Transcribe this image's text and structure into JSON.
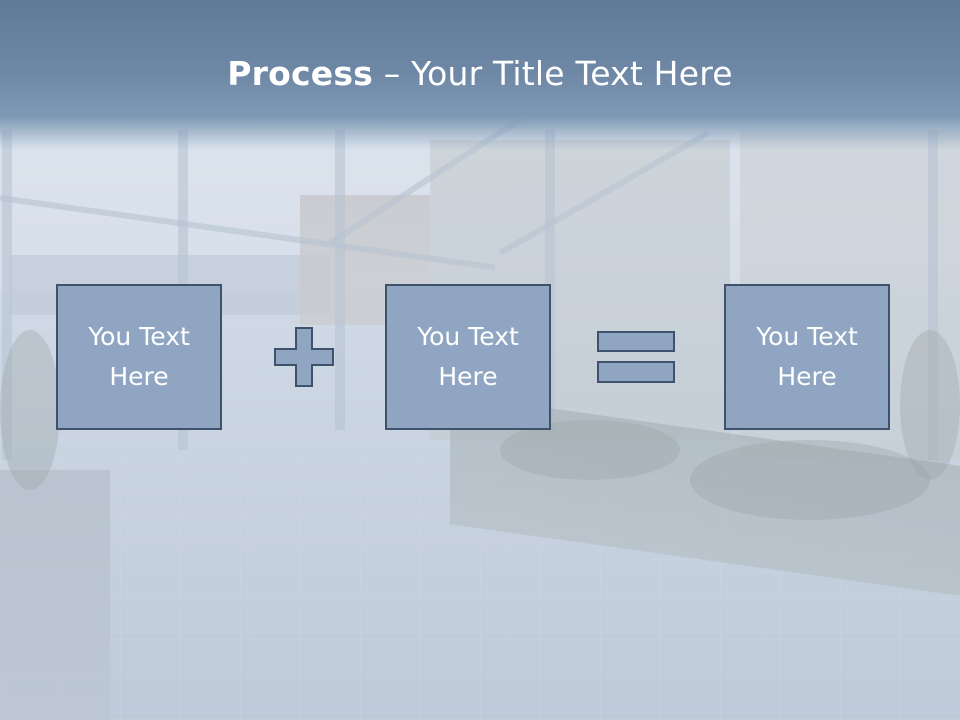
{
  "title": {
    "bold": "Process",
    "rest": " – Your Title Text Here"
  },
  "boxes": [
    {
      "label": "You Text Here"
    },
    {
      "label": "You Text Here"
    },
    {
      "label": "You Text Here"
    }
  ],
  "operators": [
    "plus-icon",
    "equals-icon"
  ],
  "colors": {
    "title_band": "#6a84a2",
    "box_fill": "#8fa5c2",
    "box_border": "#3e526c",
    "text": "#ffffff"
  }
}
